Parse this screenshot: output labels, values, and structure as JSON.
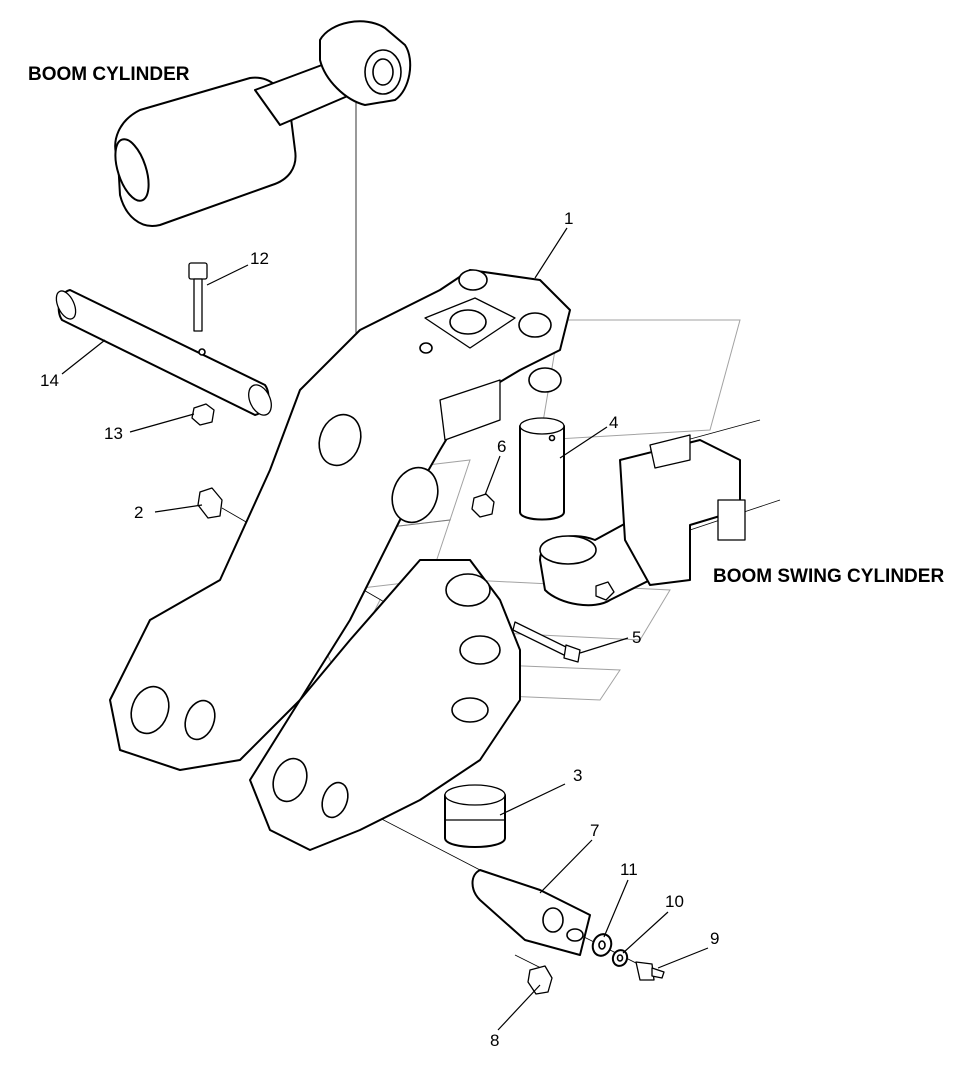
{
  "labels": {
    "boom_cylinder": "BOOM CYLINDER",
    "boom_swing_cylinder": "BOOM SWING CYLINDER"
  },
  "callouts": {
    "p1": "1",
    "p2": "2",
    "p3": "3",
    "p4": "4",
    "p5": "5",
    "p6": "6",
    "p7": "7",
    "p8": "8",
    "p9": "9",
    "p10": "10",
    "p11": "11",
    "p12": "12",
    "p13": "13",
    "p14": "14"
  }
}
